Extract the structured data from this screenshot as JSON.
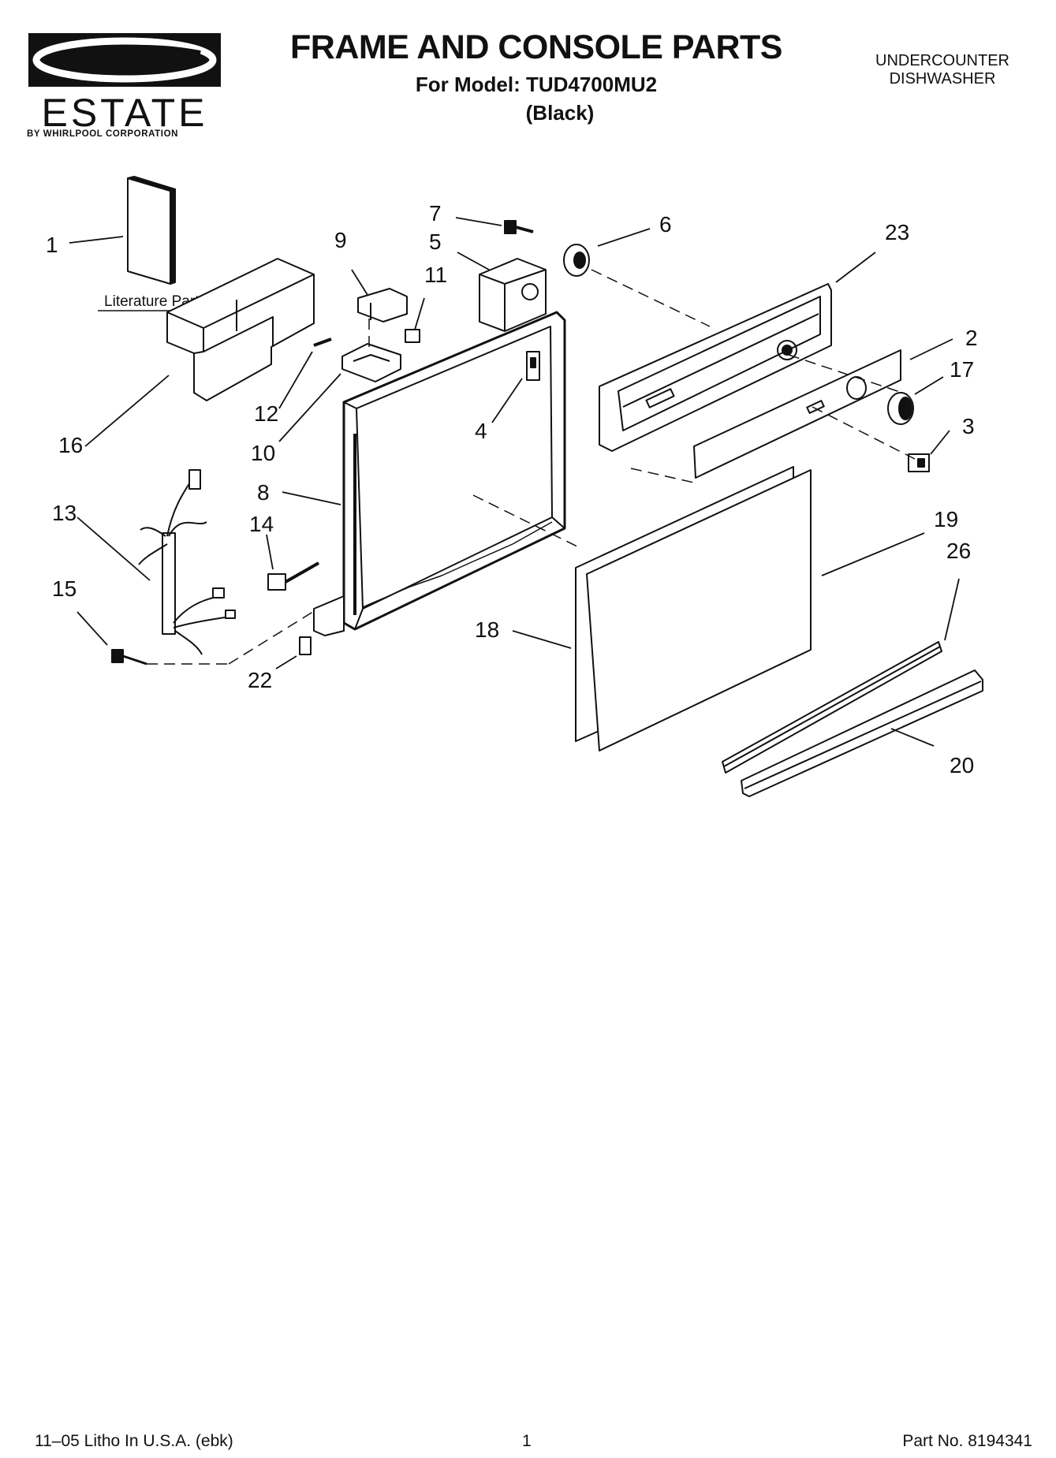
{
  "header": {
    "brand_logo_text": "ESTATE",
    "brand_logo_subtext": "BY WHIRLPOOL CORPORATION",
    "title": "FRAME AND CONSOLE PARTS",
    "model_line": "For Model: TUD4700MU2",
    "variant": "(Black)",
    "appliance_line1": "UNDERCOUNTER",
    "appliance_line2": "DISHWASHER"
  },
  "diagram": {
    "literature_caption": "Literature Parts",
    "callouts": [
      "1",
      "2",
      "3",
      "4",
      "5",
      "6",
      "7",
      "8",
      "9",
      "10",
      "11",
      "12",
      "13",
      "14",
      "15",
      "16",
      "17",
      "18",
      "19",
      "20",
      "22",
      "23",
      "26"
    ]
  },
  "footer": {
    "litho": "11–05 Litho In U.S.A. (ebk)",
    "page_number": "1",
    "part_number": "Part No. 8194341"
  }
}
